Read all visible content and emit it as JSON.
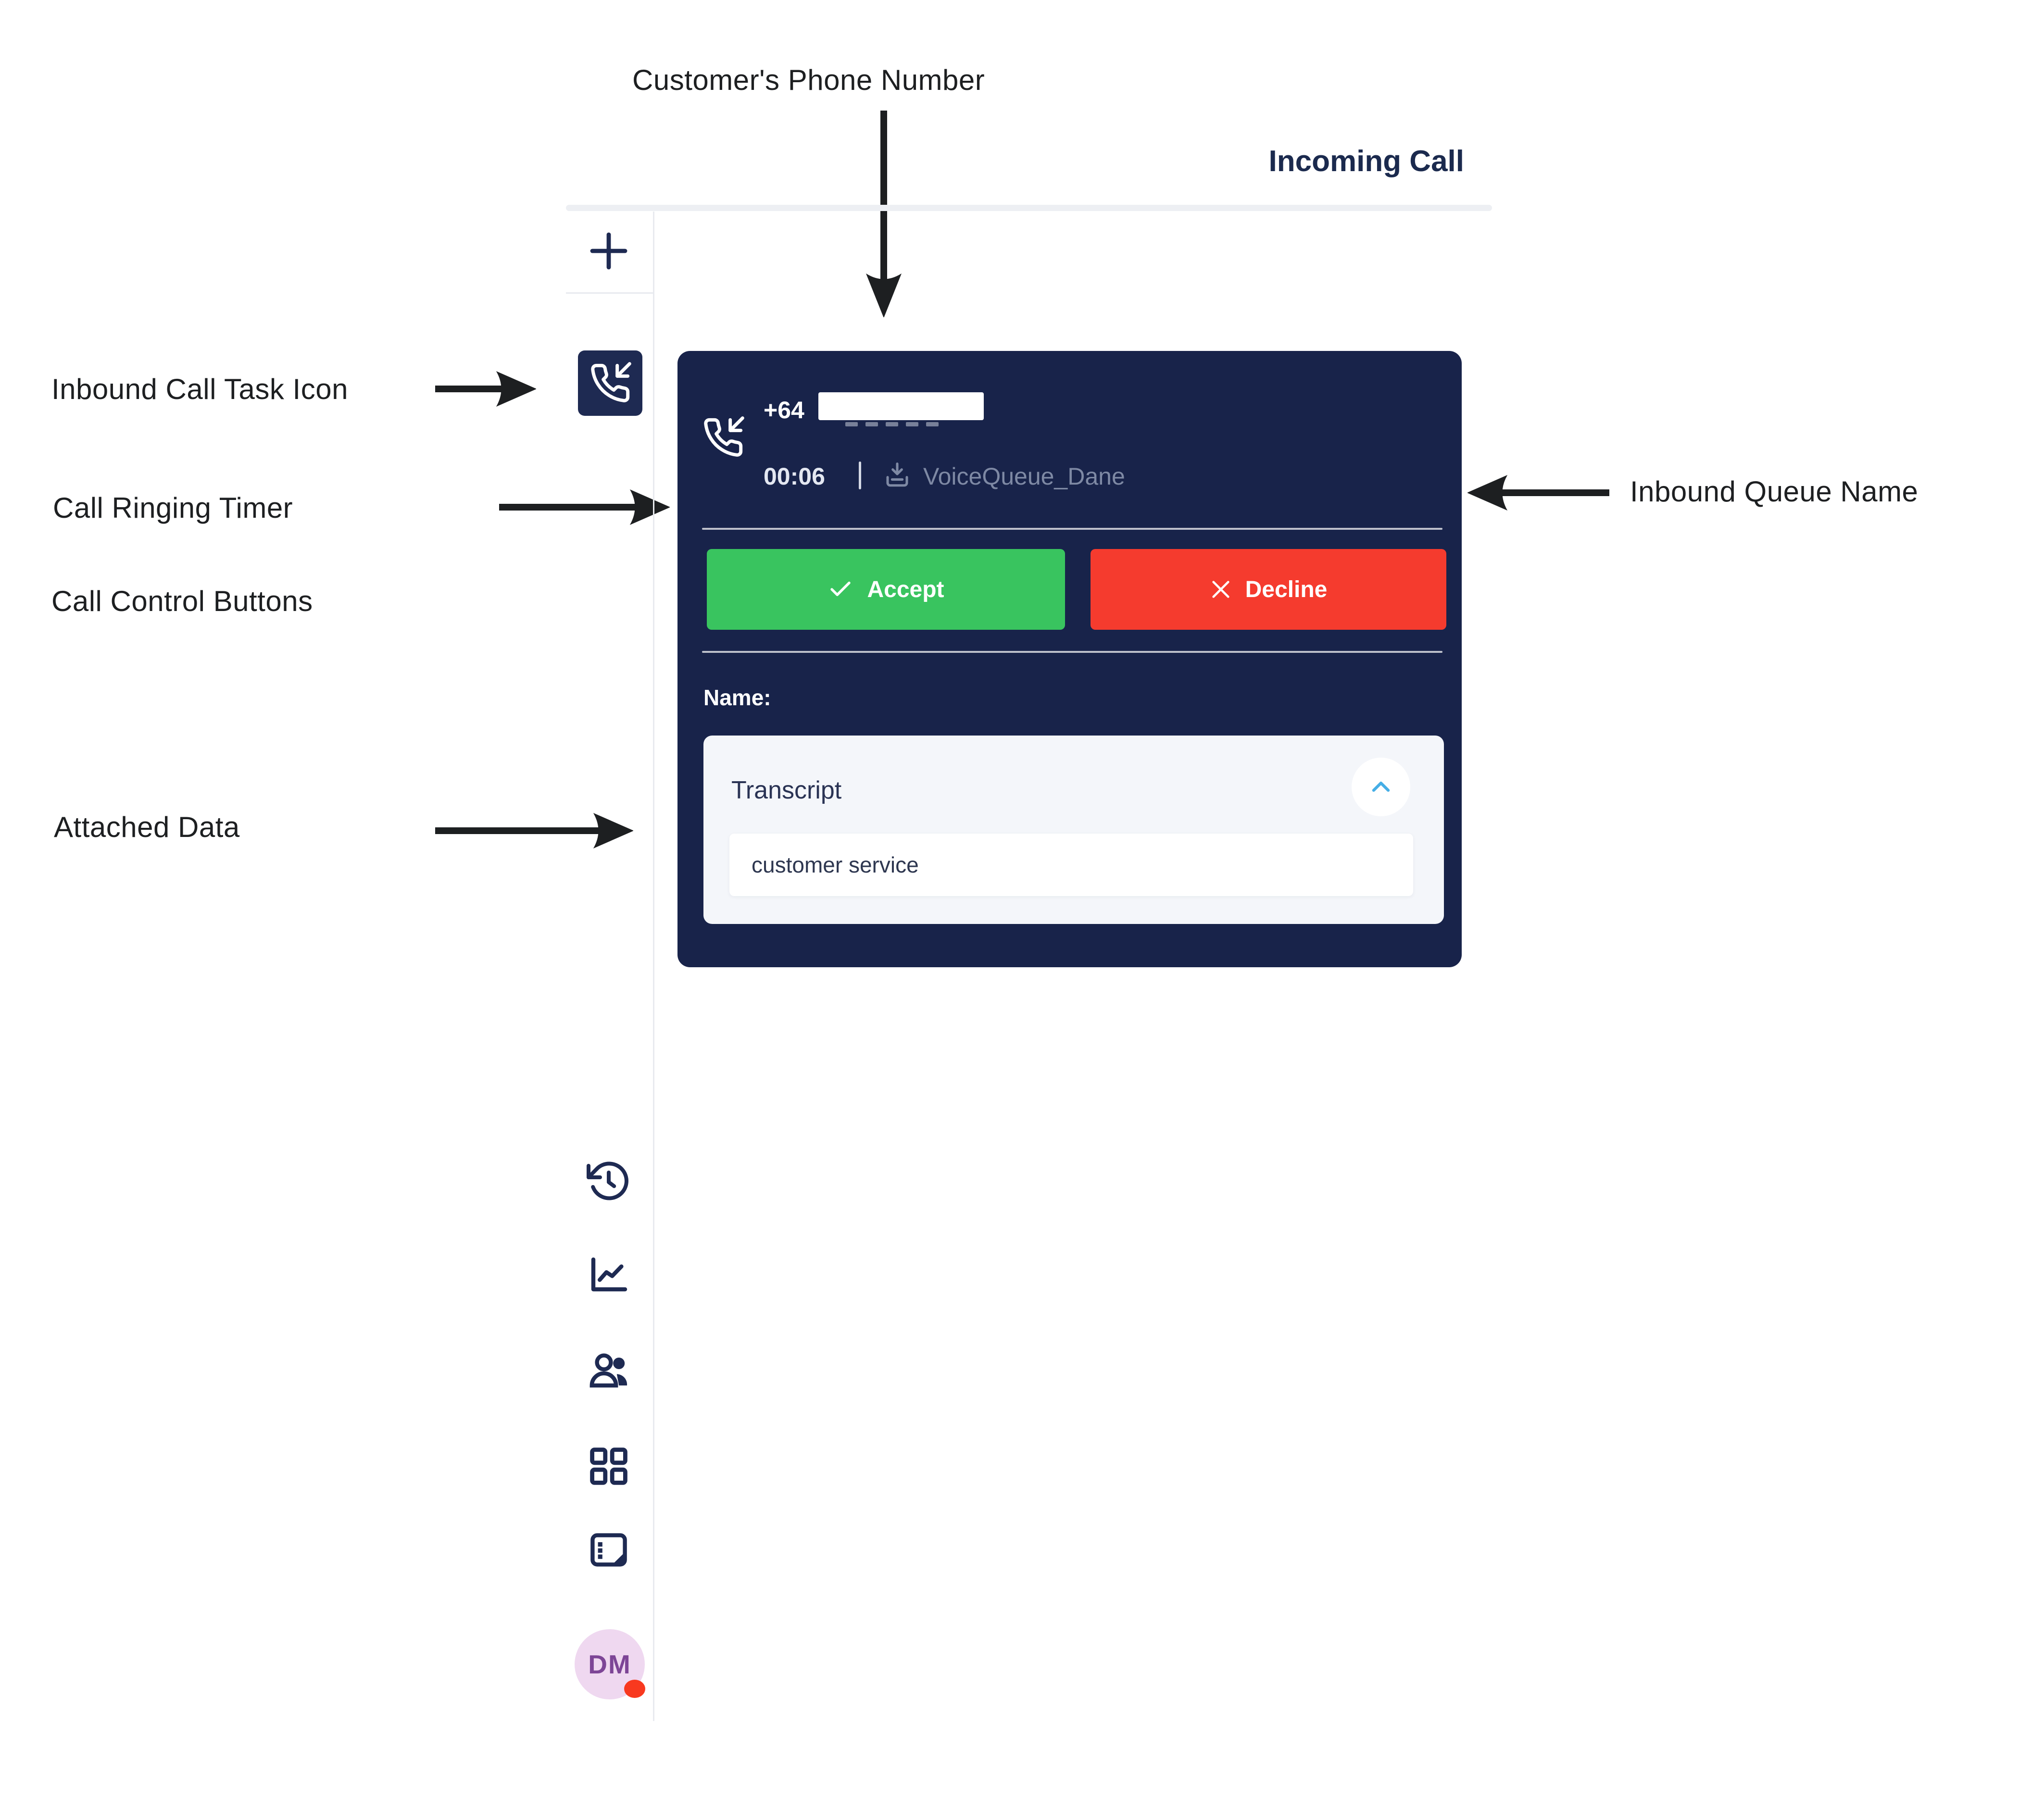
{
  "annotations": {
    "customer_phone": "Customer's Phone Number",
    "inbound_task_icon": "Inbound Call Task Icon",
    "ringing_timer": "Call Ringing Timer",
    "call_controls": "Call Control Buttons",
    "attached_data": "Attached Data",
    "inbound_queue": "Inbound Queue Name"
  },
  "app": {
    "header_title": "Incoming Call",
    "sidebar": {
      "avatar_initials": "DM",
      "icons": [
        "plus-icon",
        "inbound-call-icon",
        "history-icon",
        "insights-icon",
        "teams-icon",
        "dashboard-icon",
        "notes-icon"
      ]
    },
    "call_card": {
      "phone_prefix": "+64",
      "ring_timer": "00:06",
      "queue_name": "VoiceQueue_Dane",
      "accept_label": "Accept",
      "decline_label": "Decline",
      "name_label": "Name:",
      "transcript": {
        "title": "Transcript",
        "value": "customer service"
      }
    }
  },
  "colors": {
    "card-navy": "#18234a",
    "icon-navy": "#1e2a52",
    "accept-green": "#39c45f",
    "decline-red": "#f53b2e",
    "chevron-blue": "#45aee6",
    "muted-gray": "#7e89a4",
    "avatar-pink": "#efd8f0",
    "avatar-text": "#7d4596",
    "presence-red": "#f8391f"
  }
}
